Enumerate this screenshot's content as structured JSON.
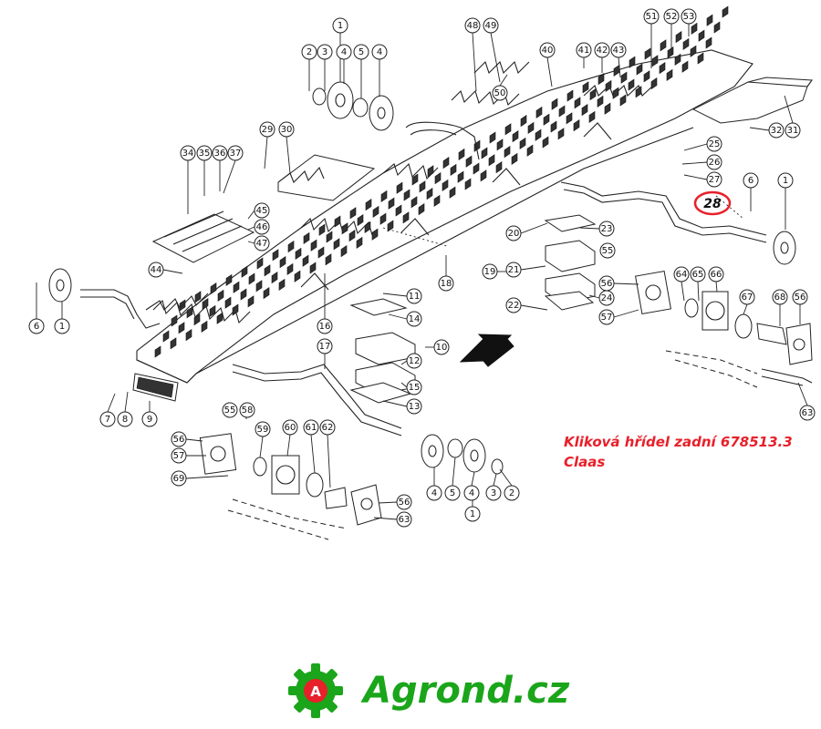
{
  "caption": {
    "line1": "Kliková hřídel zadní 678513.3",
    "line2": "Claas"
  },
  "highlight_callout": "28",
  "brand": {
    "name": "Agrond.cz",
    "logo_letter": "A",
    "color": "#1aa51a"
  },
  "colors": {
    "accent": "#e8202a",
    "line": "#222222"
  },
  "callouts": [
    {
      "label": "1"
    },
    {
      "label": "2"
    },
    {
      "label": "3"
    },
    {
      "label": "4"
    },
    {
      "label": "5"
    },
    {
      "label": "4"
    },
    {
      "label": "48"
    },
    {
      "label": "49"
    },
    {
      "label": "51"
    },
    {
      "label": "52"
    },
    {
      "label": "53"
    },
    {
      "label": "40"
    },
    {
      "label": "41"
    },
    {
      "label": "42"
    },
    {
      "label": "43"
    },
    {
      "label": "50"
    },
    {
      "label": "29"
    },
    {
      "label": "30"
    },
    {
      "label": "32"
    },
    {
      "label": "31"
    },
    {
      "label": "34"
    },
    {
      "label": "35"
    },
    {
      "label": "36"
    },
    {
      "label": "37"
    },
    {
      "label": "25"
    },
    {
      "label": "26"
    },
    {
      "label": "27"
    },
    {
      "label": "6"
    },
    {
      "label": "1"
    },
    {
      "label": "45"
    },
    {
      "label": "46"
    },
    {
      "label": "47"
    },
    {
      "label": "20"
    },
    {
      "label": "23"
    },
    {
      "label": "18"
    },
    {
      "label": "55"
    },
    {
      "label": "19"
    },
    {
      "label": "21"
    },
    {
      "label": "24"
    },
    {
      "label": "22"
    },
    {
      "label": "44"
    },
    {
      "label": "11"
    },
    {
      "label": "14"
    },
    {
      "label": "10"
    },
    {
      "label": "12"
    },
    {
      "label": "15"
    },
    {
      "label": "13"
    },
    {
      "label": "16"
    },
    {
      "label": "17"
    },
    {
      "label": "56"
    },
    {
      "label": "57"
    },
    {
      "label": "64"
    },
    {
      "label": "65"
    },
    {
      "label": "66"
    },
    {
      "label": "67"
    },
    {
      "label": "68"
    },
    {
      "label": "56"
    },
    {
      "label": "63"
    },
    {
      "label": "6"
    },
    {
      "label": "1"
    },
    {
      "label": "7"
    },
    {
      "label": "8"
    },
    {
      "label": "9"
    },
    {
      "label": "55"
    },
    {
      "label": "58"
    },
    {
      "label": "56"
    },
    {
      "label": "57"
    },
    {
      "label": "59"
    },
    {
      "label": "60"
    },
    {
      "label": "61"
    },
    {
      "label": "62"
    },
    {
      "label": "69"
    },
    {
      "label": "56"
    },
    {
      "label": "63"
    },
    {
      "label": "4"
    },
    {
      "label": "5"
    },
    {
      "label": "4"
    },
    {
      "label": "3"
    },
    {
      "label": "2"
    },
    {
      "label": "1"
    }
  ]
}
